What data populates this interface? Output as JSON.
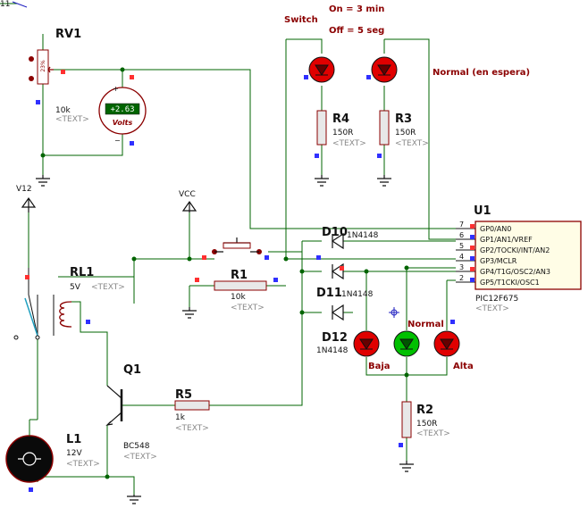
{
  "annotations": {
    "switch": "Switch",
    "on_time": "On = 3 min",
    "off_time": "Off = 5 seg",
    "standby": "Normal (en espera)",
    "normal": "Normal",
    "baja": "Baja",
    "alta": "Alta",
    "corner_label": "11"
  },
  "components": {
    "rv1": {
      "ref": "RV1",
      "value": "10k",
      "text": "<TEXT>",
      "percent": "23%"
    },
    "voltmeter": {
      "reading": "+2.63",
      "unit": "Volts"
    },
    "r4": {
      "ref": "R4",
      "value": "150R",
      "text": "<TEXT>"
    },
    "r3": {
      "ref": "R3",
      "value": "150R",
      "text": "<TEXT>"
    },
    "r1": {
      "ref": "R1",
      "value": "10k",
      "text": "<TEXT>"
    },
    "r2": {
      "ref": "R2",
      "value": "150R",
      "text": "<TEXT>"
    },
    "r5": {
      "ref": "R5",
      "value": "1k",
      "text": "<TEXT>"
    },
    "rl1": {
      "ref": "RL1",
      "value": "5V",
      "text": "<TEXT>"
    },
    "q1": {
      "ref": "Q1",
      "value": "BC548",
      "text": "<TEXT>"
    },
    "l1": {
      "ref": "L1",
      "value": "12V",
      "text": "<TEXT>"
    },
    "d10": {
      "ref": "D10",
      "value": "1N4148"
    },
    "d11": {
      "ref": "D11",
      "value": "1N4148"
    },
    "d12": {
      "ref": "D12",
      "value": "1N4148"
    },
    "u1": {
      "ref": "U1",
      "part": "PIC12F675",
      "text": "<TEXT>",
      "pins": [
        {
          "num": "7",
          "name": "GP0/AN0"
        },
        {
          "num": "6",
          "name": "GP1/AN1/VREF"
        },
        {
          "num": "5",
          "name": "GP2/TOCKI/INT/AN2"
        },
        {
          "num": "4",
          "name": "GP3/MCLR"
        },
        {
          "num": "3",
          "name": "GP4/T1G/OSC2/AN3"
        },
        {
          "num": "2",
          "name": "GP5/T1CKI/OSC1"
        }
      ]
    }
  },
  "power": {
    "v12": "V12",
    "vcc": "VCC"
  },
  "colors": {
    "wire": "#006400",
    "part": "#8b0000",
    "led_red": "#e00000",
    "led_green": "#00c000",
    "pin_red": "#ff3030",
    "pin_blue": "#3030ff"
  }
}
